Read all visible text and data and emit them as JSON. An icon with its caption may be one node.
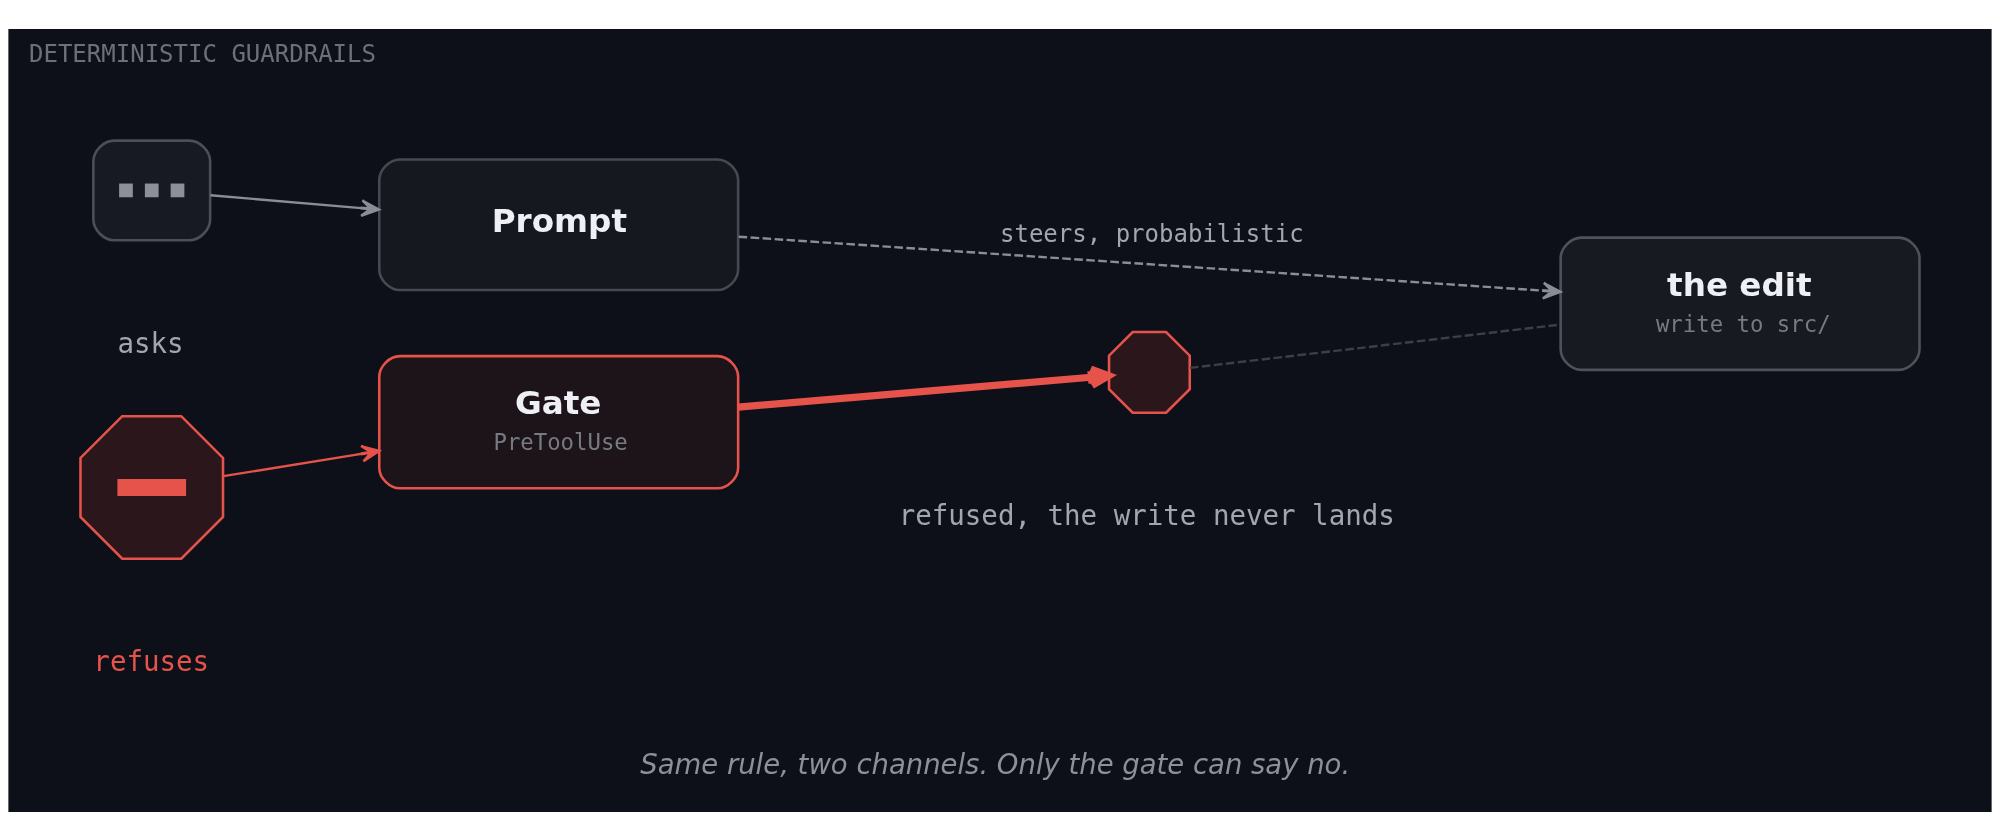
{
  "diagram": {
    "title": "DETERMINISTIC GUARDRAILS",
    "caption": "Same rule, two channels. Only the gate can say no.",
    "nodes": [
      {
        "text": [],
        "shape": "bubble",
        "beside": [
          "asks"
        ]
      },
      {
        "text": [
          "Prompt"
        ]
      },
      {
        "text": [
          "the edit",
          "write to src/"
        ]
      },
      {
        "text": [],
        "shape": "octagon",
        "beside": [
          "refuses"
        ]
      },
      {
        "text": [
          "Gate",
          "PreToolUse"
        ]
      },
      {
        "text": [],
        "shape": "octagon",
        "beside": [
          "refused, the write never lands"
        ]
      }
    ],
    "edges": [
      {
        "from": 0,
        "to": 1,
        "arrow": "to"
      },
      {
        "from": 1,
        "to": 2,
        "arrow": "to",
        "label": "steers, probabilistic",
        "style": "dashed"
      },
      {
        "from": 3,
        "to": 4,
        "arrow": "to",
        "color": "#e5534b"
      },
      {
        "from": 4,
        "to": 5,
        "arrow": "to",
        "color": "#e5534b",
        "style": "thick"
      },
      {
        "from": 5,
        "to": 2,
        "arrow": "none",
        "style": "dashed",
        "color": "#3b3f48"
      }
    ]
  }
}
